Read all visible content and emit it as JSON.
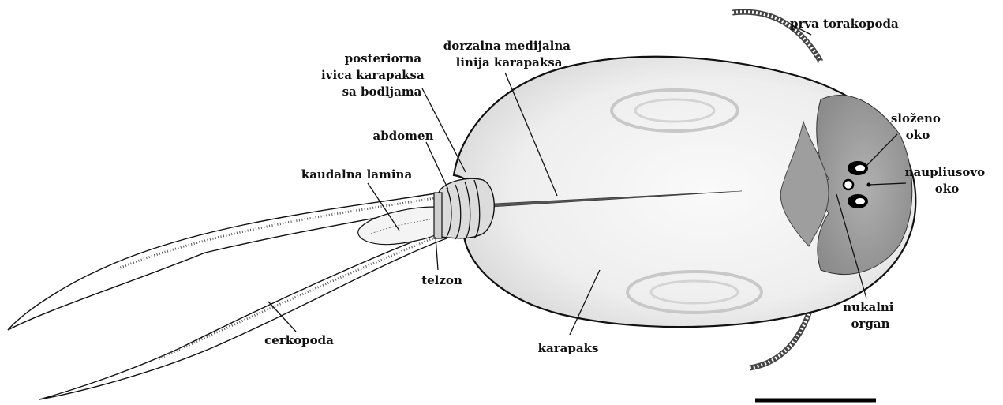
{
  "labels": {
    "prva_torakopoda": "prva torakopoda",
    "posteriorna_ivica": [
      "posteriorna",
      "ivica karapaksa",
      "sa bodljama"
    ],
    "dorzalna_medijalna": [
      "dorzalna medijalna",
      "linija karapaksa"
    ],
    "abdomen": "abdomen",
    "kaudalna_lamina": "kaudalna lamina",
    "slozeno_oko": [
      "složeno",
      "oko"
    ],
    "naupliusovo_oko": [
      "naupliusovo",
      "oko"
    ],
    "telzon": "telzon",
    "cerkopoda": "cerkopoda",
    "karapaks": "karapaks",
    "nukalni_organ": [
      "nukalni",
      "organ"
    ]
  },
  "colors": {
    "ink": "#111111",
    "carapace_fill": "#ededed",
    "head_shield": "#9a9a9a",
    "eye": "#000000"
  }
}
